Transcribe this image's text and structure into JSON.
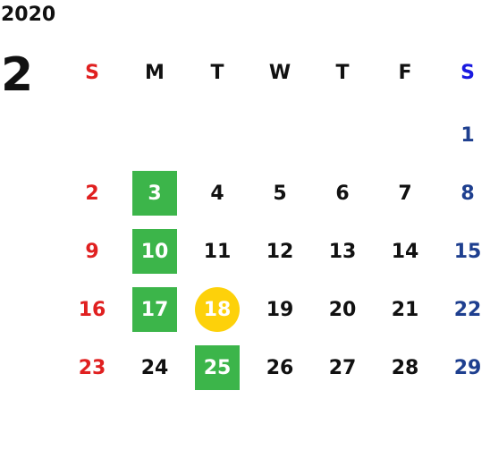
{
  "header": {
    "year": "2020",
    "month": "2"
  },
  "weekdays": [
    "S",
    "M",
    "T",
    "W",
    "T",
    "F",
    "S"
  ],
  "weeks": [
    [
      "",
      "",
      "",
      "",
      "",
      "",
      "1"
    ],
    [
      "2",
      "3",
      "4",
      "5",
      "6",
      "7",
      "8"
    ],
    [
      "9",
      "10",
      "11",
      "12",
      "13",
      "14",
      "15"
    ],
    [
      "16",
      "17",
      "18",
      "19",
      "20",
      "21",
      "22"
    ],
    [
      "23",
      "24",
      "25",
      "26",
      "27",
      "28",
      "29"
    ]
  ],
  "highlighted_days": [
    "3",
    "10",
    "17",
    "25"
  ],
  "today": "18",
  "colors": {
    "sunday": "#e02020",
    "saturday_header": "#1a1ae0",
    "saturday": "#1e3f8f",
    "highlight": "#3cb54a",
    "today": "#fdd10a"
  }
}
